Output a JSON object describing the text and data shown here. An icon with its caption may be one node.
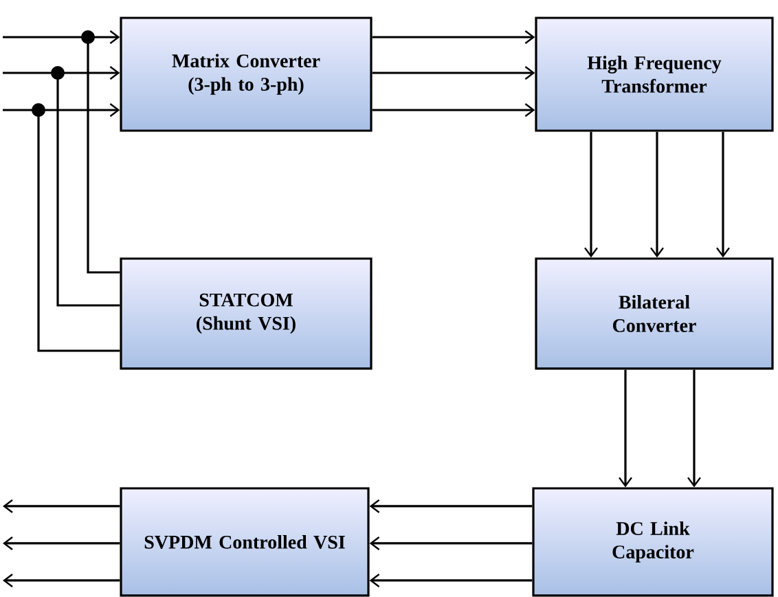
{
  "diagram": {
    "nodes": [
      {
        "text": [
          "Matrix Converter (3-ph to 3-ph)"
        ]
      },
      {
        "text": [
          "High Frequency Transformer"
        ]
      },
      {
        "text": [
          "STATCOM (Shunt VSI)"
        ]
      },
      {
        "text": [
          "Bilateral Converter"
        ]
      },
      {
        "text": [
          "SVPDM Controlled VSI"
        ]
      },
      {
        "text": [
          "DC Link Capacitor"
        ]
      }
    ],
    "edges": [
      {
        "from": null,
        "to": 0,
        "arrow": "to"
      },
      {
        "from": null,
        "to": 0,
        "arrow": "to"
      },
      {
        "from": null,
        "to": 0,
        "arrow": "to"
      },
      {
        "from": null,
        "to": 2,
        "arrow": "other"
      },
      {
        "from": null,
        "to": 2,
        "arrow": "other"
      },
      {
        "from": null,
        "to": 2,
        "arrow": "other"
      },
      {
        "from": 0,
        "to": 1,
        "arrow": "to"
      },
      {
        "from": 0,
        "to": 1,
        "arrow": "to"
      },
      {
        "from": 0,
        "to": 1,
        "arrow": "to"
      },
      {
        "from": 1,
        "to": 3,
        "arrow": "to"
      },
      {
        "from": 1,
        "to": 3,
        "arrow": "to"
      },
      {
        "from": 1,
        "to": 3,
        "arrow": "to"
      },
      {
        "from": 3,
        "to": 5,
        "arrow": "to"
      },
      {
        "from": 3,
        "to": 5,
        "arrow": "to"
      },
      {
        "from": 5,
        "to": 4,
        "arrow": "to"
      },
      {
        "from": 5,
        "to": 4,
        "arrow": "to"
      },
      {
        "from": 5,
        "to": 4,
        "arrow": "to"
      },
      {
        "from": 4,
        "to": null,
        "arrow": "to"
      },
      {
        "from": 4,
        "to": null,
        "arrow": "to"
      },
      {
        "from": 4,
        "to": null,
        "arrow": "to"
      }
    ]
  }
}
